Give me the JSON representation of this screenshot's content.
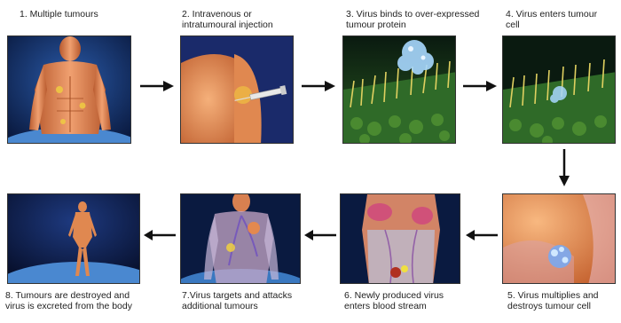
{
  "steps": [
    {
      "n": 1,
      "caption": "1. Multiple tumours",
      "scene": "body-front-tumours"
    },
    {
      "n": 2,
      "caption": "2. Intravenous or\nintratumoural injection",
      "scene": "shoulder-injection"
    },
    {
      "n": 3,
      "caption": "3. Virus binds to over-expressed\ntumour protein",
      "scene": "cell-surface-virus-binding"
    },
    {
      "n": 4,
      "caption": "4. Virus enters tumour\ncell",
      "scene": "cell-surface-virus-entry"
    },
    {
      "n": 5,
      "caption": "5. Virus multiplies and\ndestroys tumour cell",
      "scene": "arm-virus-multiplying"
    },
    {
      "n": 6,
      "caption": "6. Newly produced virus\nenters blood stream",
      "scene": "torso-bloodstream"
    },
    {
      "n": 7,
      "caption": "7.Virus targets and attacks\nadditional tumours",
      "scene": "torso-targeting-tumours"
    },
    {
      "n": 8,
      "caption": "8. Tumours are destroyed and\nvirus is excreted from the body",
      "scene": "body-full-standing"
    }
  ],
  "colors": {
    "skin": "#e8905a",
    "skin_dark": "#b85a2e",
    "background_blue": "#1a3a7a",
    "floor_blue": "#5aa0e0",
    "tumour": "#f0d040",
    "virus": "#9ad0ff",
    "cell_green": "#5a9a3a",
    "arrow": "#111111"
  }
}
